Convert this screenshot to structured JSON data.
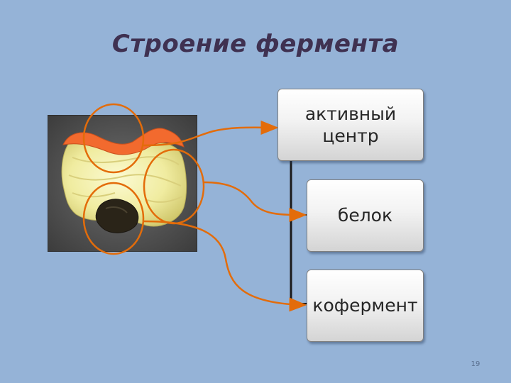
{
  "slide": {
    "title": "Строение фермента",
    "page_number": "19"
  },
  "components": [
    {
      "id": "active-center",
      "label": "активный\nцентр"
    },
    {
      "id": "protein",
      "label": "белок"
    },
    {
      "id": "coenzyme",
      "label": "кофермент"
    }
  ],
  "colors": {
    "background": "#95b3d7",
    "title": "#3f3151",
    "arrow": "#e36c0a",
    "box_text": "#262626"
  }
}
